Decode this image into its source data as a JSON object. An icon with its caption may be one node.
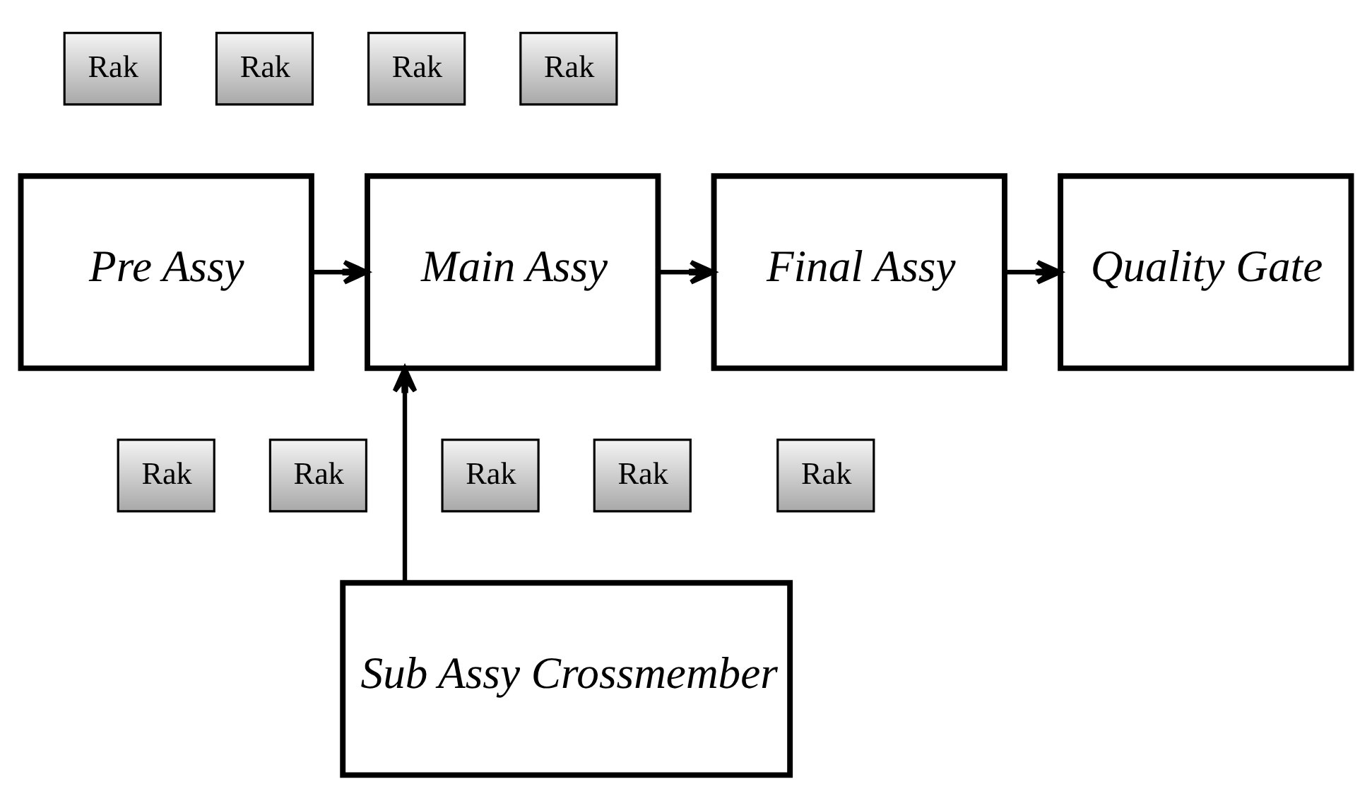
{
  "diagram": {
    "nodes": [
      {
        "text": [
          "Rak"
        ]
      },
      {
        "text": [
          "Rak"
        ]
      },
      {
        "text": [
          "Rak"
        ]
      },
      {
        "text": [
          "Rak"
        ]
      },
      {
        "text": [
          "Pre Assy"
        ]
      },
      {
        "text": [
          "Main Assy"
        ]
      },
      {
        "text": [
          "Final Assy"
        ]
      },
      {
        "text": [
          "Quality Gate"
        ]
      },
      {
        "text": [
          "Rak"
        ]
      },
      {
        "text": [
          "Rak"
        ]
      },
      {
        "text": [
          "Rak"
        ]
      },
      {
        "text": [
          "Rak"
        ]
      },
      {
        "text": [
          "Rak"
        ]
      },
      {
        "text": [
          "Sub Assy Crossmember"
        ]
      }
    ],
    "edges": [
      {
        "from": 4,
        "to": 5,
        "arrow": "to"
      },
      {
        "from": 5,
        "to": 6,
        "arrow": "to"
      },
      {
        "from": 6,
        "to": 7,
        "arrow": "to"
      },
      {
        "from": 13,
        "to": 5,
        "arrow": "to"
      }
    ]
  }
}
